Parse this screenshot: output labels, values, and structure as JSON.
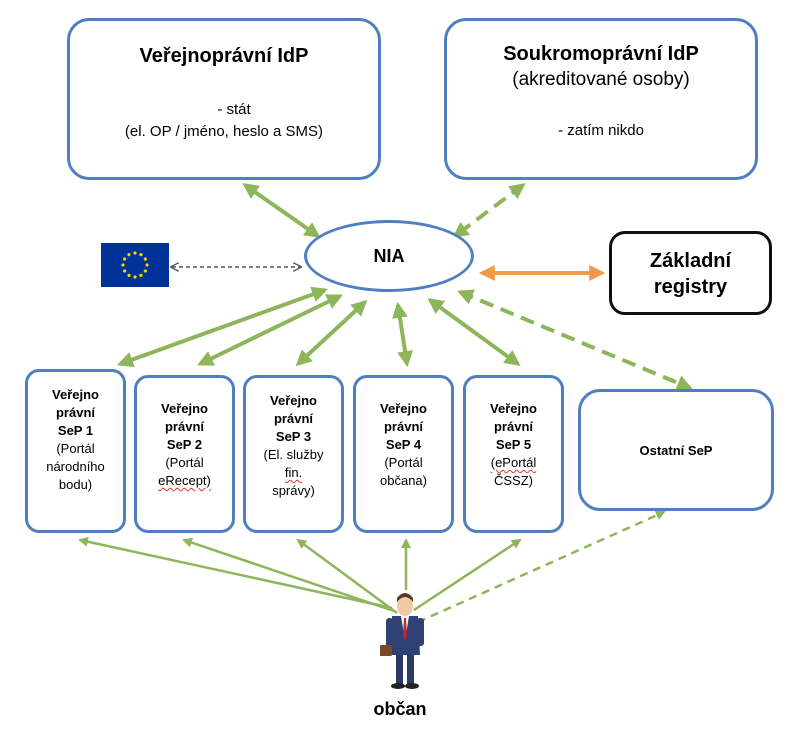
{
  "public_idp": {
    "title": "Veřejnoprávní IdP",
    "line1": "- stát",
    "line2": "(el. OP / jméno, heslo a SMS)"
  },
  "private_idp": {
    "title": "Soukromoprávní IdP",
    "subtitle": "(akreditované osoby)",
    "line1": "- zatím nikdo"
  },
  "nia": {
    "label": "NIA"
  },
  "registry": {
    "line1": "Základní",
    "line2": "registry"
  },
  "sep_boxes": [
    {
      "l1": "Veřejno",
      "l2": "právní",
      "l3": "SeP 1",
      "d1": "(Portál",
      "d2": "národního",
      "d3": "bodu)"
    },
    {
      "l1": "Veřejno",
      "l2": "právní",
      "l3": "SeP 2",
      "d1": "(Portál",
      "d2": "eRecept)"
    },
    {
      "l1": "Veřejno",
      "l2": "právní",
      "l3": "SeP 3",
      "d1": "(El. služby",
      "d2": "fin.",
      "d3": "správy)"
    },
    {
      "l1": "Veřejno",
      "l2": "právní",
      "l3": "SeP 4",
      "d1": "(Portál",
      "d2": "občana)"
    },
    {
      "l1": "Veřejno",
      "l2": "právní",
      "l3": "SeP 5",
      "d1": "(ePortál",
      "d2": "ČSSZ)"
    }
  ],
  "other_sep": {
    "label": "Ostatní SeP"
  },
  "citizen": {
    "label": "občan"
  },
  "colors": {
    "box_border": "#4f7fc0",
    "arrow_green": "#8db55a",
    "arrow_orange": "#f29a4a",
    "eu_blue": "#003399",
    "eu_star": "#ffcc00"
  }
}
